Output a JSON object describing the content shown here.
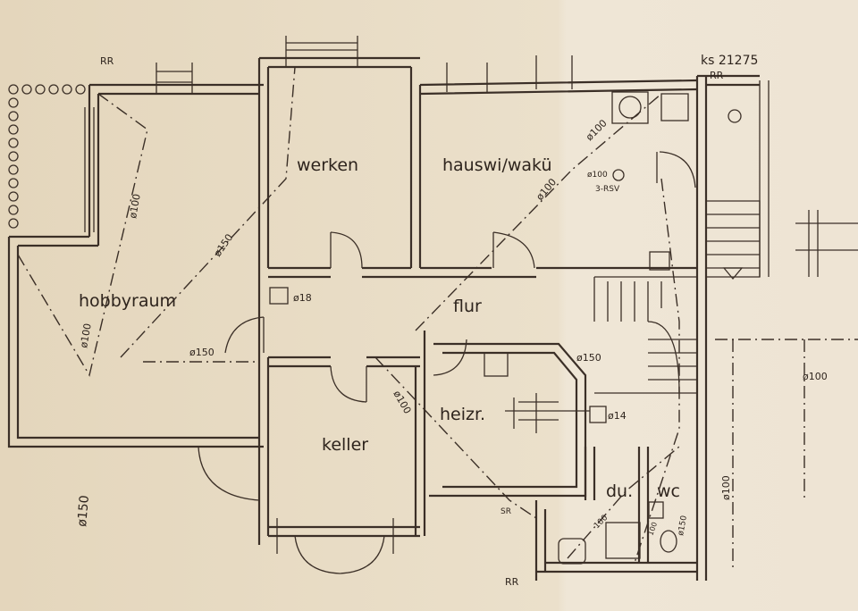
{
  "plan_number": "ks 21275",
  "rooms": {
    "hobbyraum": "hobbyraum",
    "werken": "werken",
    "hauswi": "hauswi/wakü",
    "flur": "flur",
    "heizr": "heizr.",
    "keller": "keller",
    "du": "du.",
    "wc": "wc"
  },
  "annotations": {
    "d100_hobby": "ø100",
    "d150_hobby": "ø150",
    "d100_hobby_left": "ø100",
    "d150_flur": "ø150",
    "d18": "ø18",
    "d150_left_bottom": "ø150",
    "d100_hauswi": "ø100",
    "d100_hauswi2": "ø100",
    "d100_hauswi3": "ø100",
    "rsv": "3-RSV",
    "rr_top": "RR",
    "rr_topleft": "RR",
    "rr_bottom": "RR",
    "d150_heizr": "ø150",
    "d100_heizr": "ø100",
    "d14": "ø14",
    "sr": "SR",
    "d100_right": "ø100",
    "d100_right2": "ø100",
    "d100_du": "100",
    "d150_wc": "ø150",
    "d100_wc": "100"
  }
}
